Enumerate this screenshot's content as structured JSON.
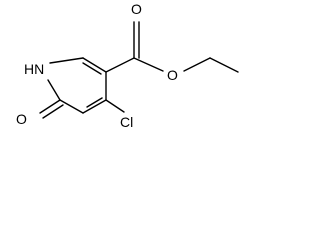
{
  "molecule": {
    "atoms": {
      "nh": "HN",
      "o_keto": "O",
      "cl": "Cl",
      "o_carbonyl": "O",
      "o_ester": "O"
    },
    "colors": {
      "bond": "#000000",
      "label": "#000000",
      "background": "#ffffff"
    }
  }
}
